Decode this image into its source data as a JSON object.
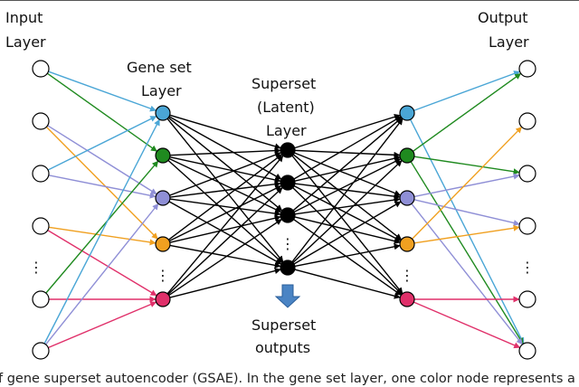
{
  "labels": {
    "input_line1": "Input",
    "input_line2": "Layer",
    "geneset_line1": "Gene set",
    "geneset_line2": "Layer",
    "superset_line1": "Superset",
    "superset_line2": "(Latent)",
    "superset_line3": "Layer",
    "output_line1": "Output",
    "output_line2": "Layer",
    "superset_out_line1": "Superset",
    "superset_out_line2": "outputs"
  },
  "ellipsis": "⋮",
  "caption": "f gene superset autoencoder (GSAE). In the gene set layer, one color node represents a gene se",
  "colors": {
    "blue": "#4aa6d6",
    "green": "#1f8a1f",
    "purple": "#8f8fd6",
    "orange": "#f0a020",
    "red": "#e0306a",
    "arrow_block": "#4a84c4",
    "black": "#000000"
  },
  "gene_set_node_colors": [
    "blue",
    "green",
    "purple",
    "orange",
    "red"
  ],
  "input_to_geneset_edges": [
    {
      "from": 0,
      "to": 0,
      "color": "blue"
    },
    {
      "from": 0,
      "to": 1,
      "color": "green"
    },
    {
      "from": 1,
      "to": 2,
      "color": "purple"
    },
    {
      "from": 1,
      "to": 3,
      "color": "orange"
    },
    {
      "from": 2,
      "to": 0,
      "color": "blue"
    },
    {
      "from": 2,
      "to": 2,
      "color": "purple"
    },
    {
      "from": 3,
      "to": 3,
      "color": "orange"
    },
    {
      "from": 3,
      "to": 4,
      "color": "red"
    },
    {
      "from": 4,
      "to": 1,
      "color": "green"
    },
    {
      "from": 4,
      "to": 4,
      "color": "red"
    },
    {
      "from": 5,
      "to": 0,
      "color": "blue"
    },
    {
      "from": 5,
      "to": 2,
      "color": "purple"
    },
    {
      "from": 5,
      "to": 4,
      "color": "red"
    }
  ],
  "decoder_to_output_edges": [
    {
      "from": 0,
      "to": 0,
      "color": "blue"
    },
    {
      "from": 0,
      "to": 5,
      "color": "blue"
    },
    {
      "from": 1,
      "to": 2,
      "color": "green"
    },
    {
      "from": 1,
      "to": 5,
      "color": "green"
    },
    {
      "from": 2,
      "to": 2,
      "color": "purple"
    },
    {
      "from": 2,
      "to": 3,
      "color": "purple"
    },
    {
      "from": 2,
      "to": 5,
      "color": "purple"
    },
    {
      "from": 3,
      "to": 1,
      "color": "orange"
    },
    {
      "from": 3,
      "to": 3,
      "color": "orange"
    },
    {
      "from": 4,
      "to": 4,
      "color": "red"
    },
    {
      "from": 4,
      "to": 5,
      "color": "red"
    },
    {
      "from": 1,
      "to": 0,
      "color": "green"
    }
  ]
}
